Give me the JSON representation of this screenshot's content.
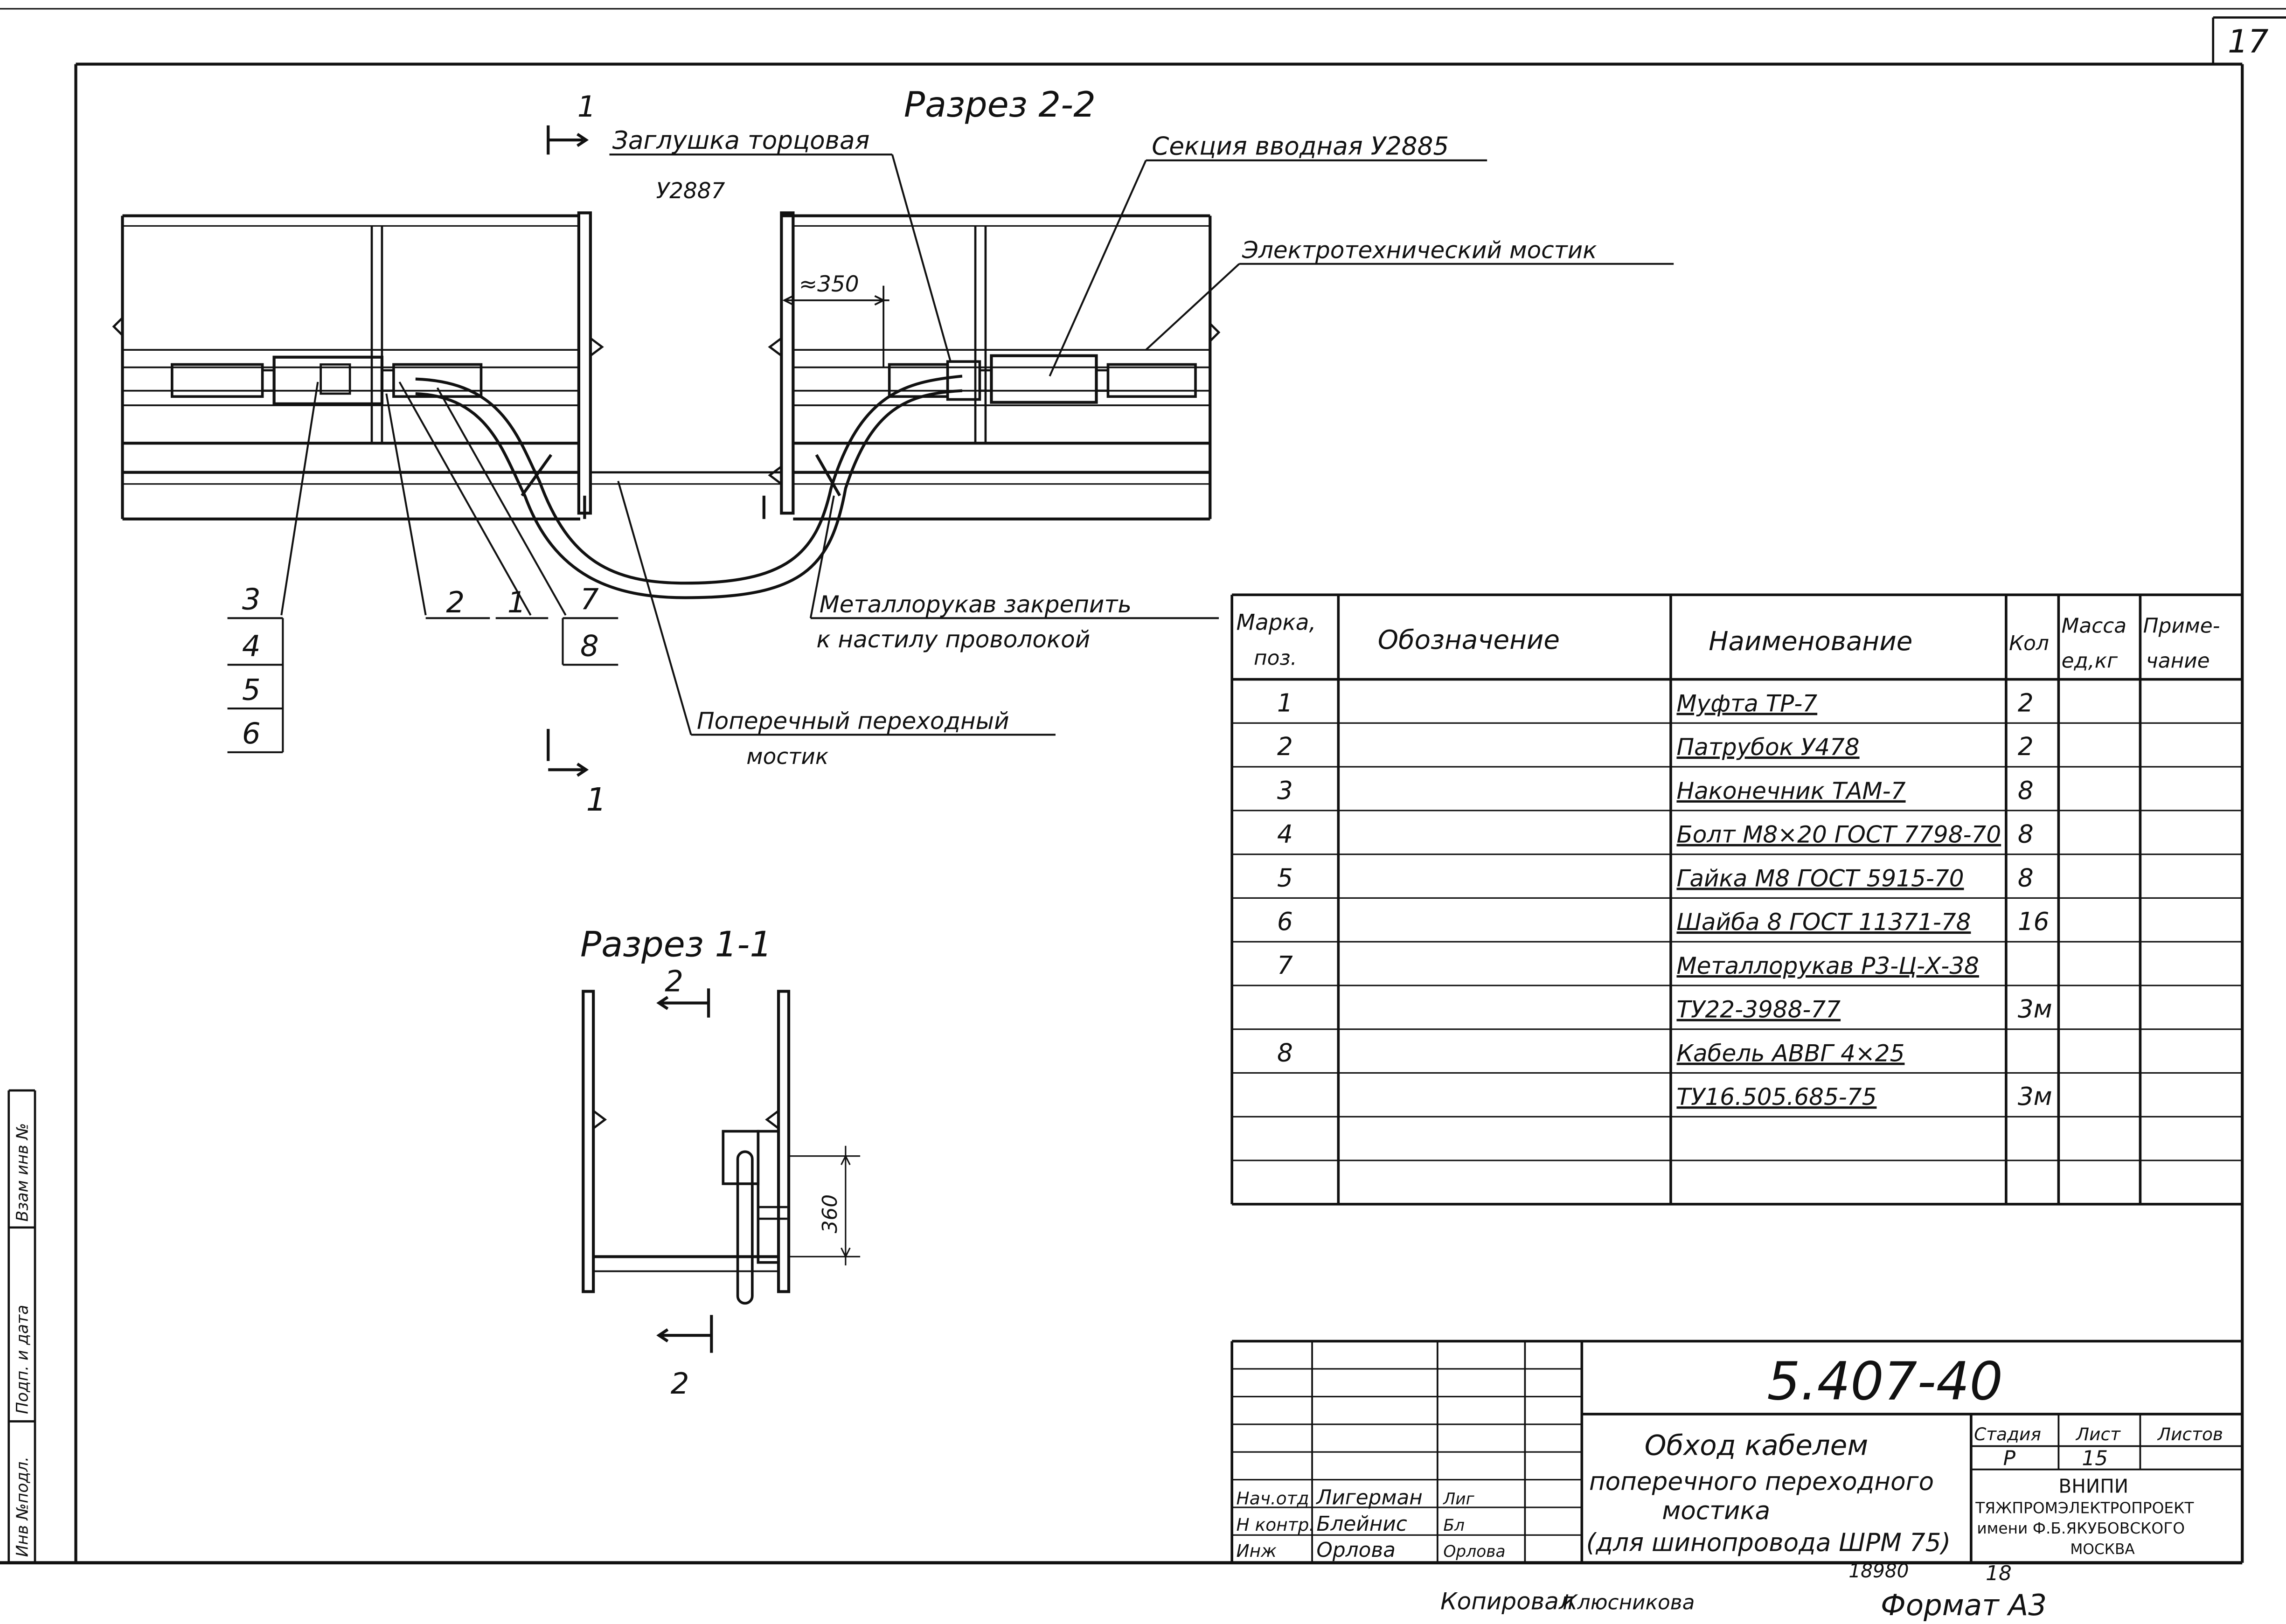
{
  "sheet": {
    "number": "17",
    "format": "Формат А3",
    "copied_by": "Копировал",
    "copier_signature": "Клюсникова",
    "stamp_number": "18980",
    "stamp_sheet": "18"
  },
  "section_2_2": {
    "title": "Разрез 2-2",
    "cut_mark_top": "1",
    "cut_mark_bottom": "1",
    "dimension": "≈350",
    "labels": {
      "end_cap": "Заглушка торцовая",
      "end_cap_code": "У2887",
      "input_section": "Секция вводная У2885",
      "electrical_bridge": "Электротехнический мостик",
      "hose_fix_line1": "Металлорукав закрепить",
      "hose_fix_line2": "к настилу проволокой",
      "cross_bridge_line1": "Поперечный переходный",
      "cross_bridge_line2": "мостик"
    },
    "callouts": [
      "3",
      "4",
      "5",
      "6",
      "2",
      "1",
      "7",
      "8"
    ]
  },
  "section_1_1": {
    "title": "Разрез 1-1",
    "cut_mark_top": "2",
    "cut_mark_bottom": "2",
    "dimension": "360"
  },
  "spec_table": {
    "headers": {
      "mark_line1": "Марка,",
      "mark_line2": "поз.",
      "designation": "Обозначение",
      "name": "Наименование",
      "qty": "Кол",
      "mass_line1": "Масса",
      "mass_line2": "ед,кг",
      "note_line1": "Приме-",
      "note_line2": "чание"
    },
    "rows": [
      {
        "pos": "1",
        "name": "Муфта ТР-7",
        "qty": "2"
      },
      {
        "pos": "2",
        "name": "Патрубок У478",
        "qty": "2"
      },
      {
        "pos": "3",
        "name": "Наконечник ТАМ-7",
        "qty": "8"
      },
      {
        "pos": "4",
        "name": "Болт М8×20 ГОСТ 7798-70",
        "qty": "8"
      },
      {
        "pos": "5",
        "name": "Гайка М8 ГОСТ 5915-70",
        "qty": "8"
      },
      {
        "pos": "6",
        "name": "Шайба 8 ГОСТ 11371-78",
        "qty": "16"
      },
      {
        "pos": "7",
        "name": "Металлорукав Р3-Ц-Х-38",
        "qty": ""
      },
      {
        "pos": "",
        "name": "ТУ22-3988-77",
        "qty": "3м"
      },
      {
        "pos": "8",
        "name": "Кабель АВВГ 4×25",
        "qty": ""
      },
      {
        "pos": "",
        "name": "ТУ16.505.685-75",
        "qty": "3м"
      },
      {
        "pos": "",
        "name": "",
        "qty": ""
      },
      {
        "pos": "",
        "name": "",
        "qty": ""
      }
    ]
  },
  "title_block": {
    "code": "5.407-40",
    "title_lines": [
      "Обход кабелем",
      "поперечного переходного",
      "мостика",
      "(для шинопровода ШРМ 75)"
    ],
    "stage_header": "Стадия",
    "sheet_header": "Лист",
    "sheets_header": "Листов",
    "stage": "Р",
    "sheet": "15",
    "sheets": "",
    "org_lines": [
      "ВНИПИ",
      "ТЯЖПРОМЭЛЕКТРОПРОЕКТ",
      "имени Ф.Б.ЯКУБОВСКОГО",
      "МОСКВА"
    ],
    "signers": [
      {
        "role": "Нач.отд",
        "name": "Лигерман",
        "sign": "Лиг"
      },
      {
        "role": "Н контр.",
        "name": "Блейнис",
        "sign": "Бл"
      },
      {
        "role": "Инж",
        "name": "Орлова",
        "sign": "Орлова"
      }
    ]
  },
  "side_stamp": [
    "Инв №подл.",
    "Подп. и дата",
    "Взам инв №"
  ]
}
